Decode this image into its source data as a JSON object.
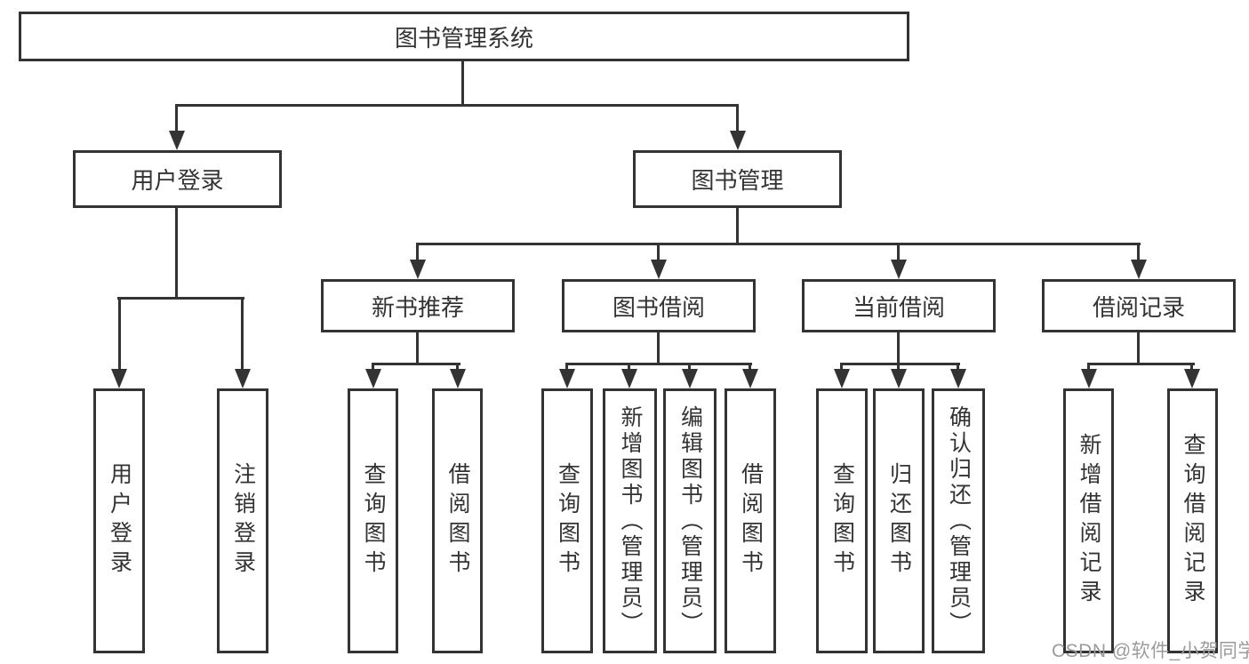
{
  "diagram": {
    "root": {
      "label": "图书管理系统"
    },
    "user_login": {
      "label": "用户登录",
      "children": [
        {
          "label": "用户登录"
        },
        {
          "label": "注销登录"
        }
      ]
    },
    "book_management": {
      "label": "图书管理",
      "children": {
        "new_book": {
          "label": "新书推荐",
          "children": [
            {
              "label": "查询图书"
            },
            {
              "label": "借阅图书"
            }
          ]
        },
        "book_borrow": {
          "label": "图书借阅",
          "children": [
            {
              "label": "查询图书"
            },
            {
              "label": "新增图书（管理员）"
            },
            {
              "label": "编辑图书（管理员）"
            },
            {
              "label": "借阅图书"
            }
          ]
        },
        "current_borrow": {
          "label": "当前借阅",
          "children": [
            {
              "label": "查询图书"
            },
            {
              "label": "归还图书"
            },
            {
              "label": "确认归还（管理员）"
            }
          ]
        },
        "borrow_records": {
          "label": "借阅记录",
          "children": [
            {
              "label": "新增借阅记录"
            },
            {
              "label": "查询借阅记录"
            }
          ]
        }
      }
    }
  },
  "watermark": {
    "text": "CSDN @软件_小贺同学"
  },
  "colors": {
    "line": "#333333",
    "text": "#333333",
    "watermark": "#9b9b9b",
    "background": "#ffffff"
  }
}
